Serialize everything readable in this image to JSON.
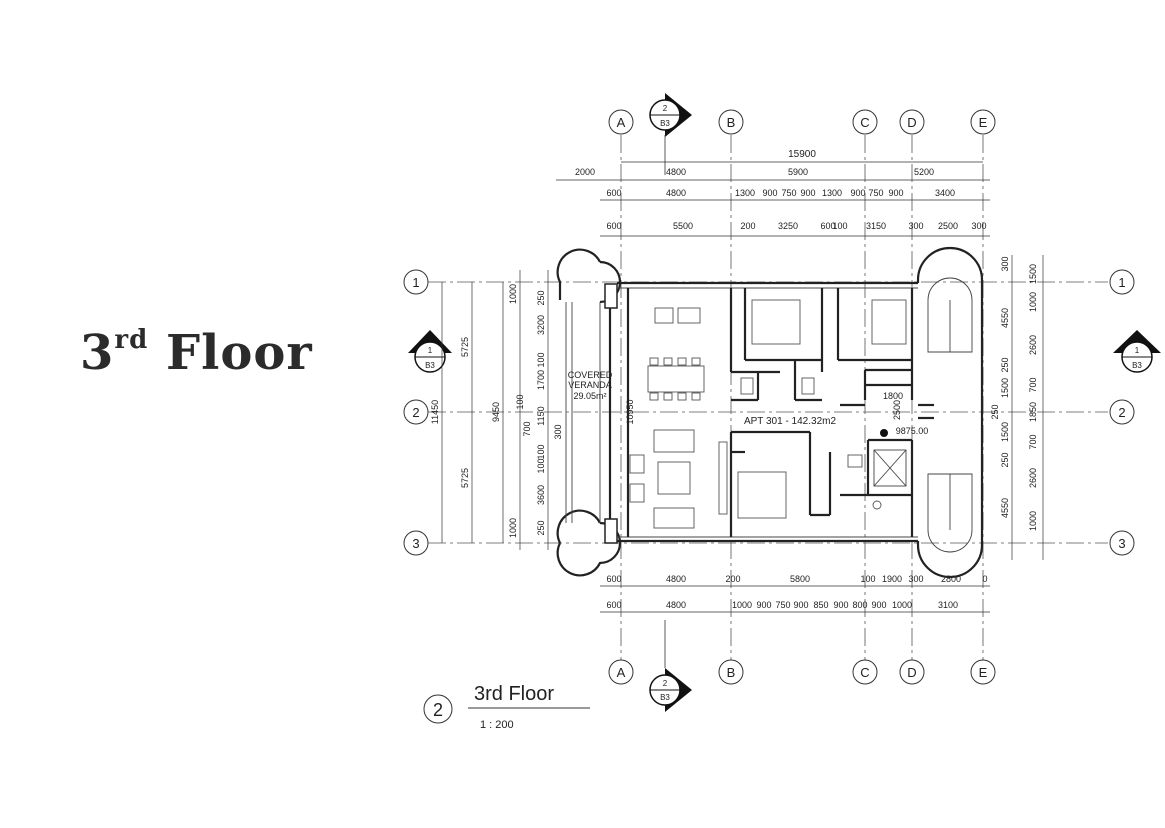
{
  "slide": {
    "title_main": "3",
    "title_sup": "rd",
    "title_rest": " Floor"
  },
  "plan": {
    "grid_top": [
      "A",
      "B",
      "C",
      "D",
      "E"
    ],
    "grid_bottom": [
      "A",
      "B",
      "C",
      "D",
      "E"
    ],
    "grid_rows_left": [
      "1",
      "2",
      "3"
    ],
    "grid_rows_right": [
      "1",
      "2",
      "3"
    ],
    "section_marker": {
      "num": "2",
      "sheet": "B3"
    },
    "section_marker_side": {
      "num": "1",
      "sheet": "B3"
    },
    "top_dims": {
      "overall": "15900",
      "row1": [
        "2000",
        "4800",
        "5900",
        "5200"
      ],
      "row2": [
        "600",
        "4800",
        "1300",
        "900",
        "750",
        "900",
        "1300",
        "900",
        "750",
        "900",
        "3400"
      ],
      "row3": [
        "600",
        "5500",
        "200",
        "3250",
        "600",
        "100",
        "3150",
        "300",
        "2500",
        "300"
      ]
    },
    "bottom_dims": {
      "row1": [
        "600",
        "4800",
        "200",
        "5800",
        "100",
        "1900",
        "300",
        "2800",
        "0"
      ],
      "row2": [
        "600",
        "4800",
        "1000",
        "900",
        "750",
        "900",
        "850",
        "900",
        "800",
        "900",
        "1000",
        "3100"
      ]
    },
    "left_dims": {
      "overall": "11450",
      "mid": "9450",
      "outer": [
        "5725",
        "5725"
      ],
      "detail": [
        "1000",
        "250",
        "3200",
        "100",
        "1700",
        "100",
        "1150",
        "300",
        "100",
        "700",
        "3600",
        "100",
        "250",
        "1000"
      ]
    },
    "right_dims": {
      "col1": [
        "300",
        "4550",
        "250",
        "1500",
        "250",
        "1500",
        "250",
        "4550"
      ],
      "col2": [
        "1500",
        "1000",
        "2600",
        "700",
        "1850",
        "700",
        "2600",
        "1000"
      ]
    },
    "labels": {
      "veranda": "COVERED",
      "veranda2": "VERANDA",
      "veranda_area": "29.05m²",
      "apt": "APT 301 - 142.32m2",
      "level": "9875.00",
      "stair_dim": "1800",
      "stair_dim2": "2500",
      "width_label": "10950"
    },
    "view_title": {
      "number": "2",
      "name": "3rd Floor",
      "scale": "1 : 200"
    }
  }
}
